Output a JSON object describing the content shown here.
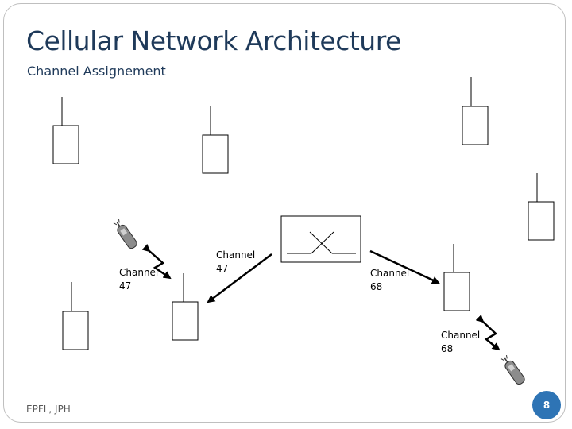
{
  "slide": {
    "title": "Cellular Network Architecture",
    "subtitle": "Channel Assignement",
    "footer": "EPFL, JPH",
    "page_number": "8"
  },
  "diagram": {
    "labels": {
      "left_phone_channel_word": "Channel",
      "left_phone_channel_num": "47",
      "mid_channel_word": "Channel",
      "mid_channel_num": "47",
      "right_channel_word": "Channel",
      "right_channel_num": "68",
      "bottom_phone_channel_word": "Channel",
      "bottom_phone_channel_num": "68"
    },
    "icons": [
      "base-station-icon",
      "mobile-phone-icon",
      "switch-icon",
      "radio-link-icon"
    ]
  }
}
